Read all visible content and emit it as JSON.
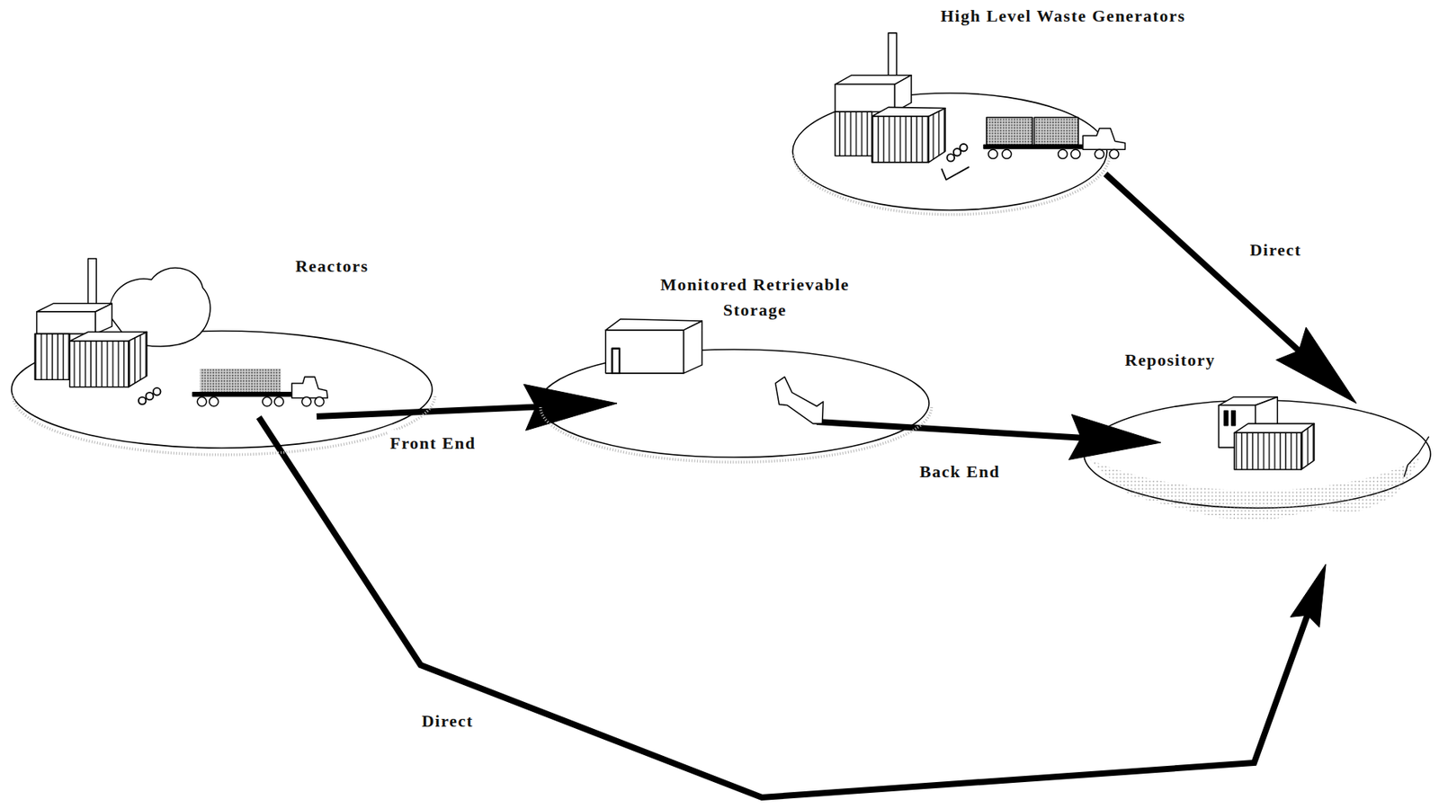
{
  "diagram": {
    "nodes": [
      {
        "text": [
          "High Level Waste Generators"
        ]
      },
      {
        "text": [
          "Reactors"
        ]
      },
      {
        "text": [
          "Monitored Retrievable Storage"
        ]
      },
      {
        "text": [
          "Repository"
        ]
      }
    ],
    "edges": [
      {
        "from": 1,
        "to": 2,
        "label": "Front End",
        "arrow": "to"
      },
      {
        "from": 2,
        "to": 3,
        "label": "Back End",
        "arrow": "to"
      },
      {
        "from": 1,
        "to": 3,
        "label": "Direct",
        "arrow": "to"
      },
      {
        "from": 0,
        "to": 3,
        "label": "Direct",
        "arrow": "to"
      }
    ]
  }
}
